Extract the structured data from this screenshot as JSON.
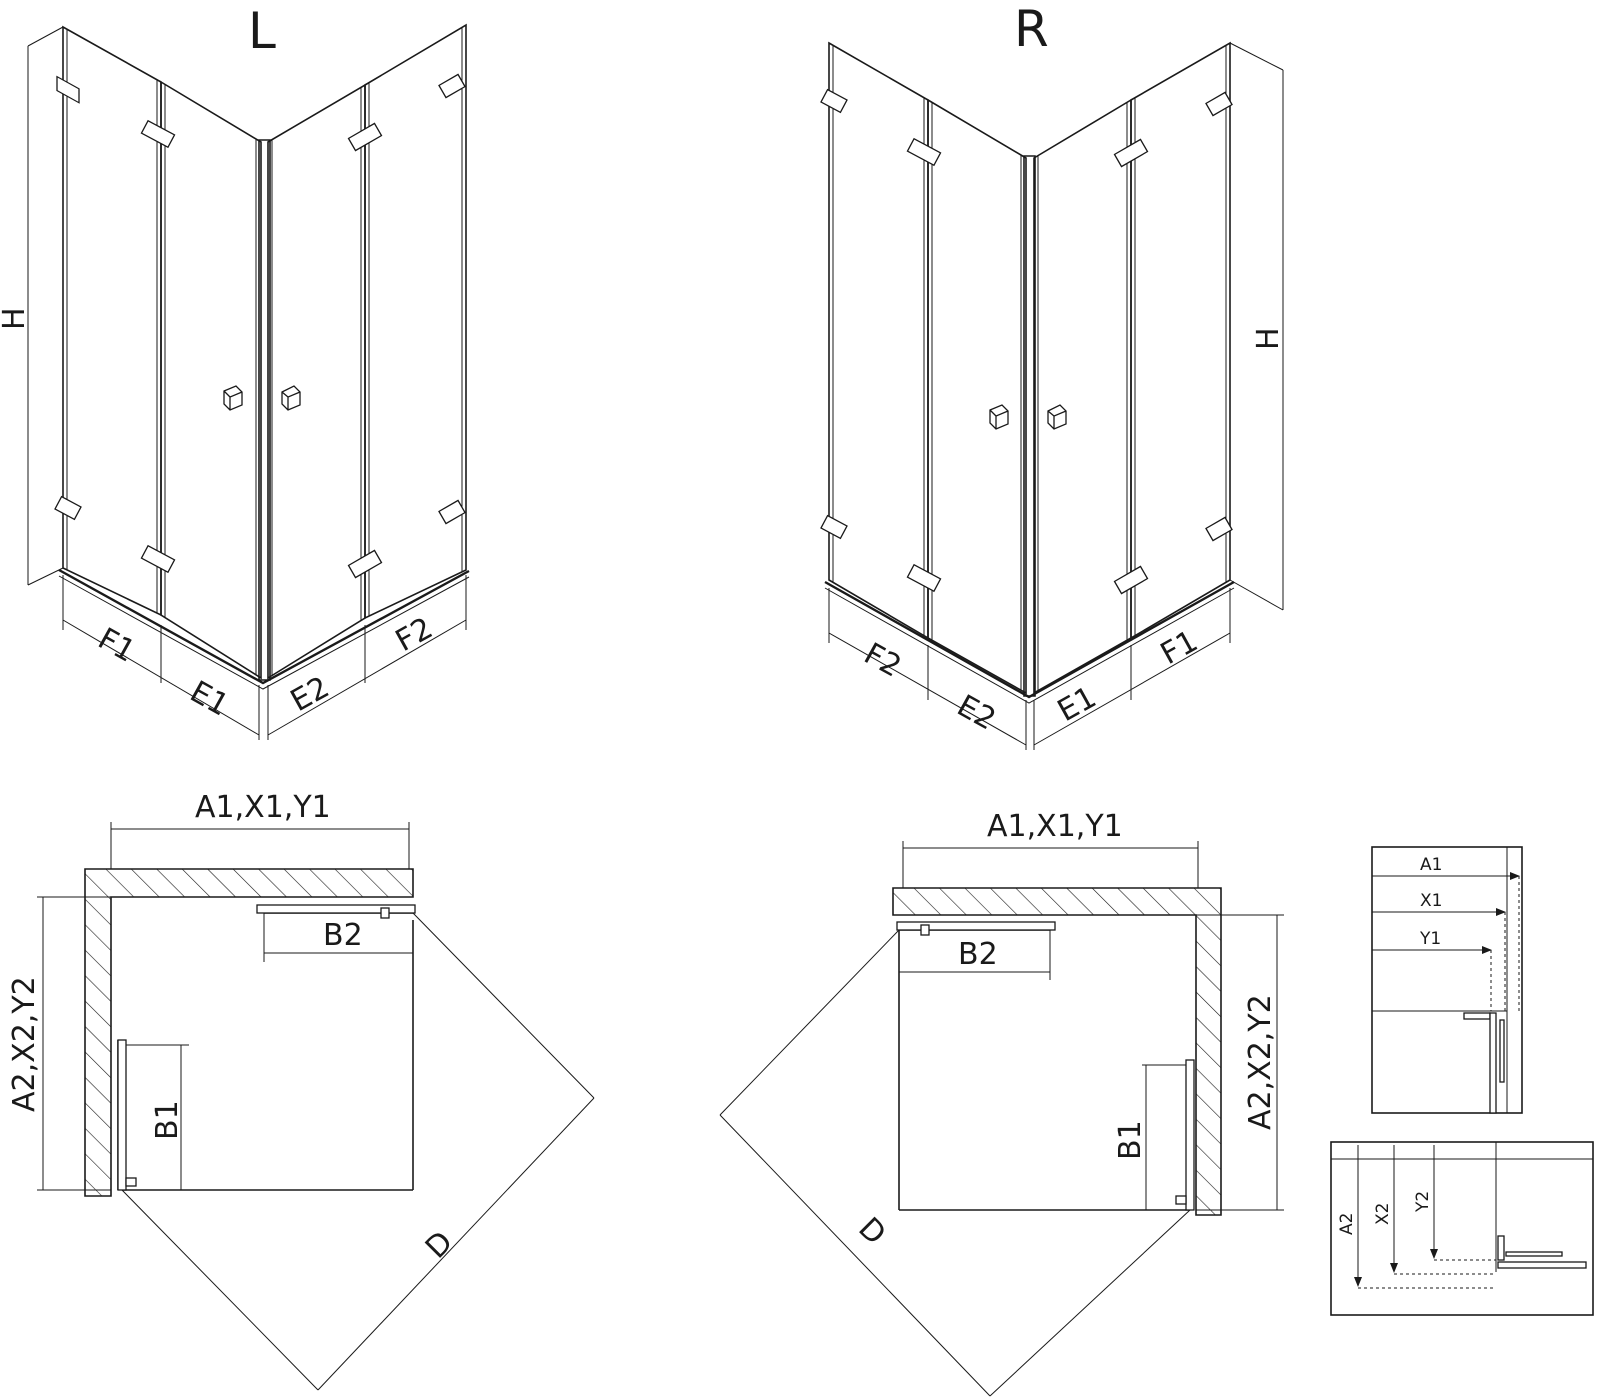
{
  "variants": {
    "left": "L",
    "right": "R"
  },
  "dimensions": {
    "height": "H",
    "f1": "F1",
    "f2": "F2",
    "e1": "E1",
    "e2": "E2",
    "width_top": "A1,X1,Y1",
    "width_side": "A2,X2,Y2",
    "b1": "B1",
    "b2": "B2",
    "diagonal": "D"
  },
  "detail_top": {
    "a1": "A1",
    "x1": "X1",
    "y1": "Y1"
  },
  "detail_side": {
    "a2": "A2",
    "x2": "X2",
    "y2": "Y2"
  }
}
